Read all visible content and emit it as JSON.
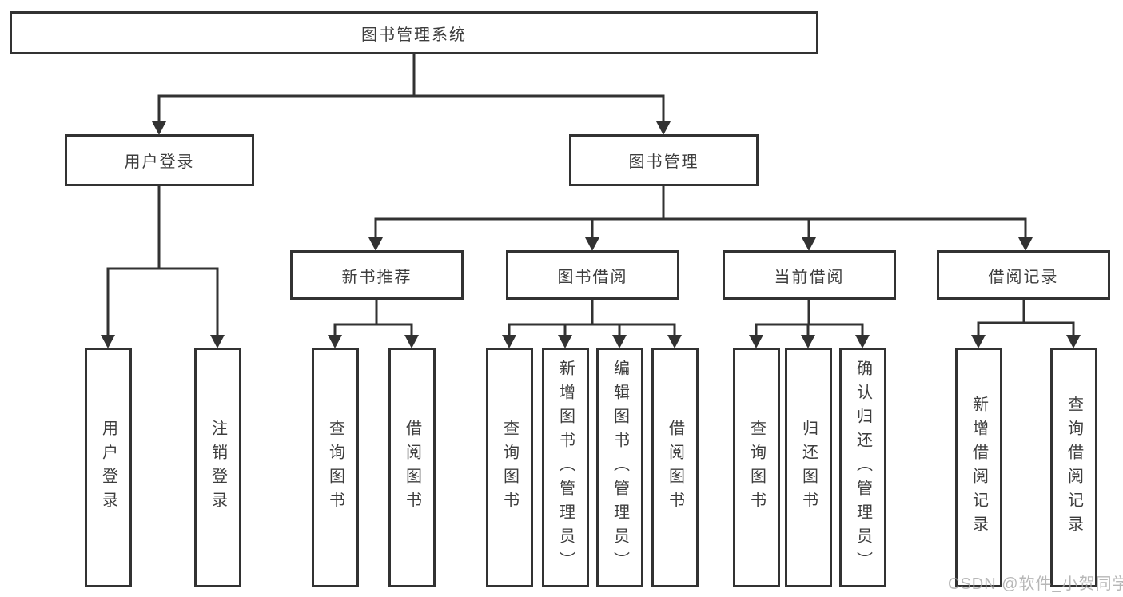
{
  "tree": {
    "label": "图书管理系统",
    "children": [
      {
        "label": "用户登录",
        "children": [
          {
            "label": "用户登录"
          },
          {
            "label": "注销登录"
          }
        ]
      },
      {
        "label": "图书管理",
        "children": [
          {
            "label": "新书推荐",
            "children": [
              {
                "label": "查询图书"
              },
              {
                "label": "借阅图书"
              }
            ]
          },
          {
            "label": "图书借阅",
            "children": [
              {
                "label": "查询图书"
              },
              {
                "label": "新增图书（管理员）"
              },
              {
                "label": "编辑图书（管理员）"
              },
              {
                "label": "借阅图书"
              }
            ]
          },
          {
            "label": "当前借阅",
            "children": [
              {
                "label": "查询图书"
              },
              {
                "label": "归还图书"
              },
              {
                "label": "确认归还（管理员）"
              }
            ]
          },
          {
            "label": "借阅记录",
            "children": [
              {
                "label": "新增借阅记录"
              },
              {
                "label": "查询借阅记录"
              }
            ]
          }
        ]
      }
    ]
  },
  "watermark": {
    "text": "CSDN @软件_小贺同学"
  },
  "colors": {
    "line": "#323232",
    "text": "#3d3d3d",
    "background": "#ffffff",
    "watermark": "#a6a6a6"
  }
}
